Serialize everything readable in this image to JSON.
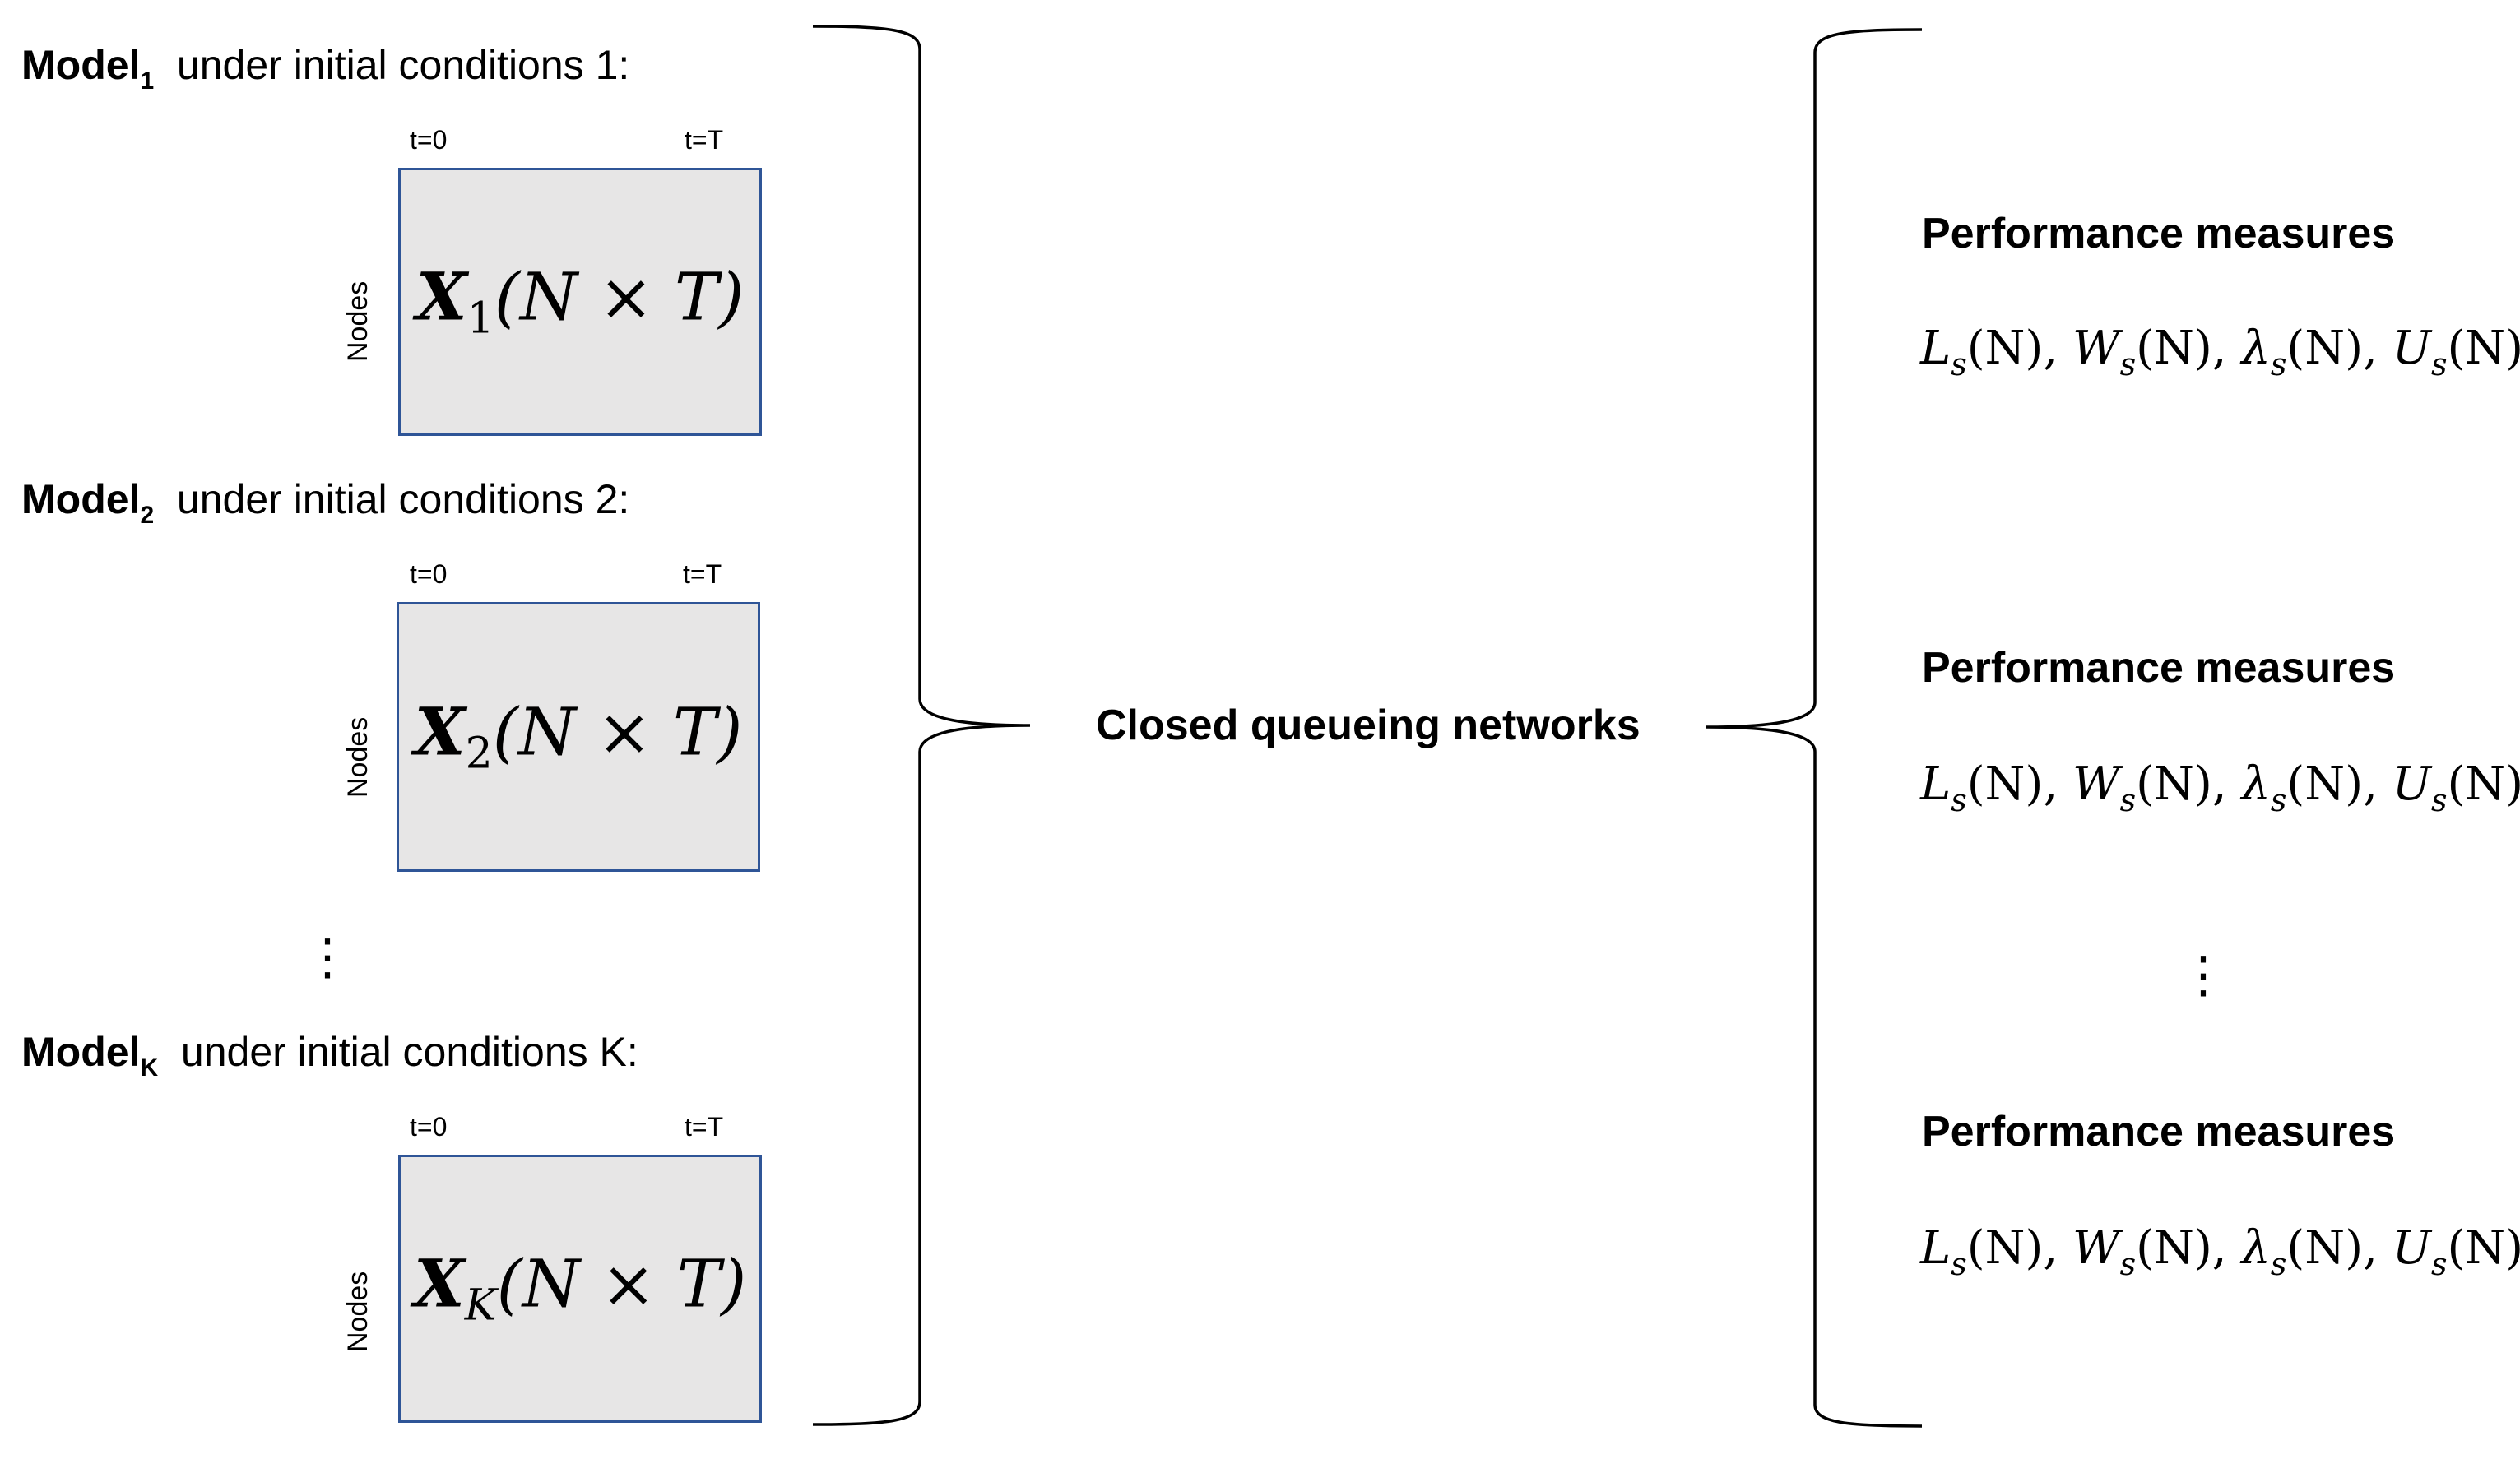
{
  "models": [
    {
      "name": "Model",
      "index": "1",
      "caption": "under initial conditions 1:",
      "t_start": "t=0",
      "t_end": "t=T",
      "axis_label": "Nodes",
      "matrix_symbol": "X",
      "matrix_sub": "1",
      "dims": "(N × T)"
    },
    {
      "name": "Model",
      "index": "2",
      "caption": "under initial conditions 2:",
      "t_start": "t=0",
      "t_end": "t=T",
      "axis_label": "Nodes",
      "matrix_symbol": "X",
      "matrix_sub": "2",
      "dims": "(N × T)"
    },
    {
      "name": "Model",
      "index": "K",
      "caption": "under initial conditions K:",
      "t_start": "t=0",
      "t_end": "t=T",
      "axis_label": "Nodes",
      "matrix_symbol": "X",
      "matrix_sub": "K",
      "dims": "(N × T)"
    }
  ],
  "ellipsis": "⋮",
  "center_label": "Closed queueing networks",
  "performance": [
    {
      "title": "Performance measures",
      "L": "L",
      "W": "W",
      "lambda": "λ",
      "U": "U",
      "sub": "s",
      "arg": "(N)",
      "sep": ", "
    },
    {
      "title": "Performance measures",
      "L": "L",
      "W": "W",
      "lambda": "λ",
      "U": "U",
      "sub": "s",
      "arg": "(N)",
      "sep": ", "
    },
    {
      "title": "Performance measures",
      "L": "L",
      "W": "W",
      "lambda": "λ",
      "U": "U",
      "sub": "s",
      "arg": "(N)",
      "sep": ", "
    }
  ],
  "colors": {
    "matrix_fill": "#e7e6e6",
    "matrix_border": "#2f5597",
    "text": "#000000"
  }
}
